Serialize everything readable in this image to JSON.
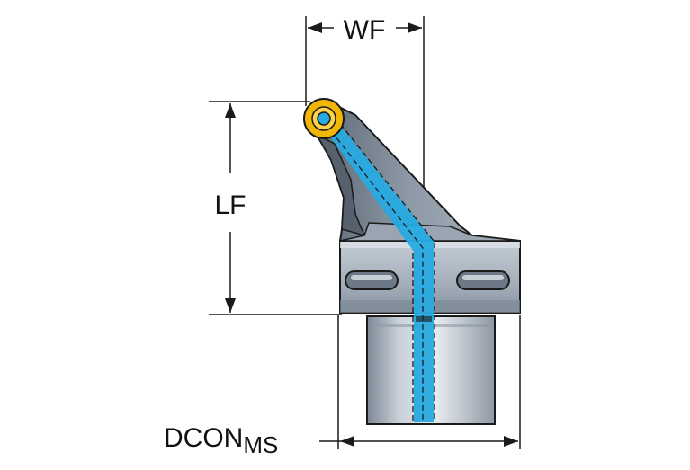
{
  "labels": {
    "wf": "WF",
    "lf": "LF",
    "dcon_main": "DCON",
    "dcon_sub": "MS"
  },
  "colors": {
    "coolant": "#27aae1",
    "insert": "#f2b705",
    "body_dark": "#5f6b78",
    "body_mid": "#8c98a6",
    "body_light": "#b9c3cd",
    "shank_light": "#d5dbe1",
    "outline": "#1a1a1a"
  }
}
